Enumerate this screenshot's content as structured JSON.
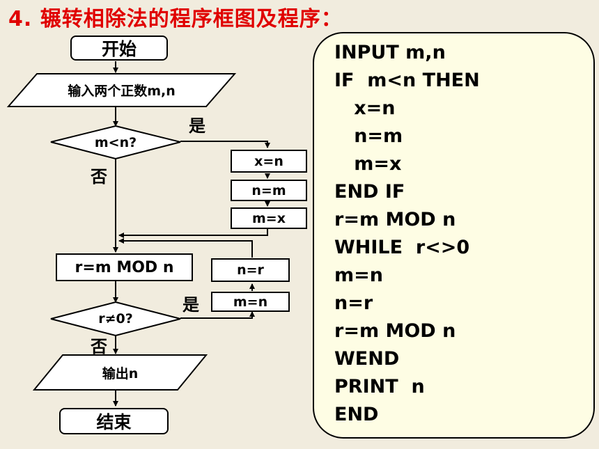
{
  "title": "4.  辗转相除法的程序框图及程序：",
  "flowchart": {
    "start": "开始",
    "input": "输入两个正数m,n",
    "decision1": "m<n?",
    "decision1_yes": "是",
    "decision1_no": "否",
    "assign_x": "x=n",
    "assign_n": "n=m",
    "assign_m": "m=x",
    "remainder": "r=m MOD n",
    "decision2": "r≠0?",
    "decision2_yes": "是",
    "decision2_no": "否",
    "loop_m": "m=n",
    "loop_n": "n=r",
    "output": "输出n",
    "end": "结束"
  },
  "program": {
    "lines": [
      "INPUT m,n",
      "IF  m<n THEN",
      "   x=n",
      "   n=m",
      "   m=x",
      "END IF",
      "r=m MOD n",
      "WHILE  r<>0",
      "m=n",
      "n=r",
      "r=m MOD n",
      "WEND",
      "PRINT  n",
      "END"
    ]
  }
}
